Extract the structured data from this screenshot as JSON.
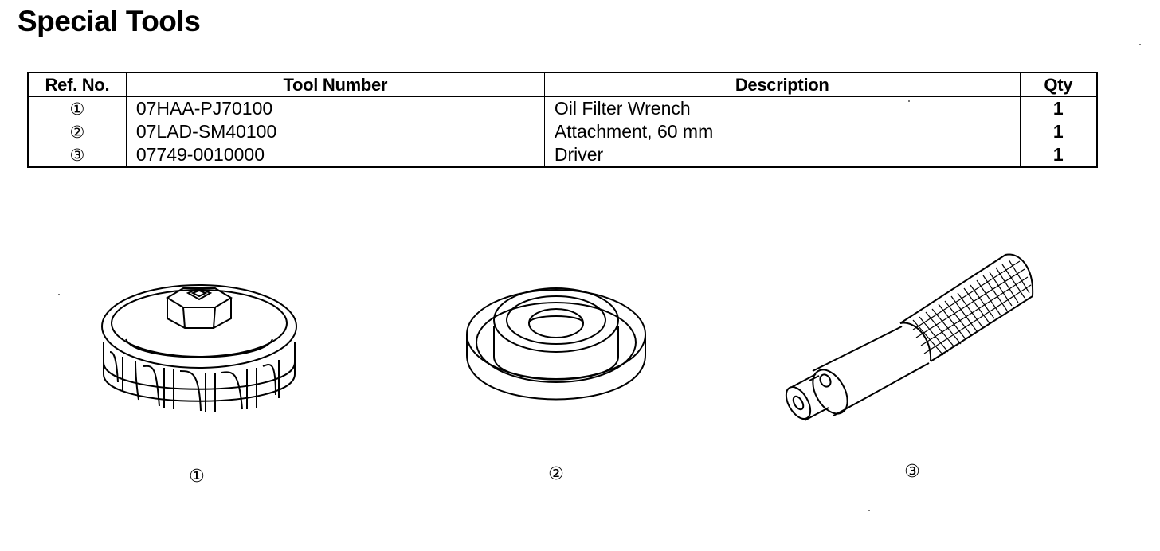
{
  "page": {
    "title": "Special Tools"
  },
  "table": {
    "headers": {
      "ref_no": "Ref. No.",
      "tool_number": "Tool Number",
      "description": "Description",
      "qty": "Qty"
    },
    "rows": [
      {
        "ref": "①",
        "tool_number": "07HAA-PJ70100",
        "description": "Oil Filter Wrench",
        "qty": "1"
      },
      {
        "ref": "②",
        "tool_number": "07LAD-SM40100",
        "description": "Attachment, 60 mm",
        "qty": "1"
      },
      {
        "ref": "③",
        "tool_number": "07749-0010000",
        "description": "Driver",
        "qty": "1"
      }
    ]
  },
  "figures": [
    {
      "label": "①",
      "icon": "oil-filter-wrench-icon"
    },
    {
      "label": "②",
      "icon": "attachment-60mm-icon"
    },
    {
      "label": "③",
      "icon": "driver-icon"
    }
  ]
}
